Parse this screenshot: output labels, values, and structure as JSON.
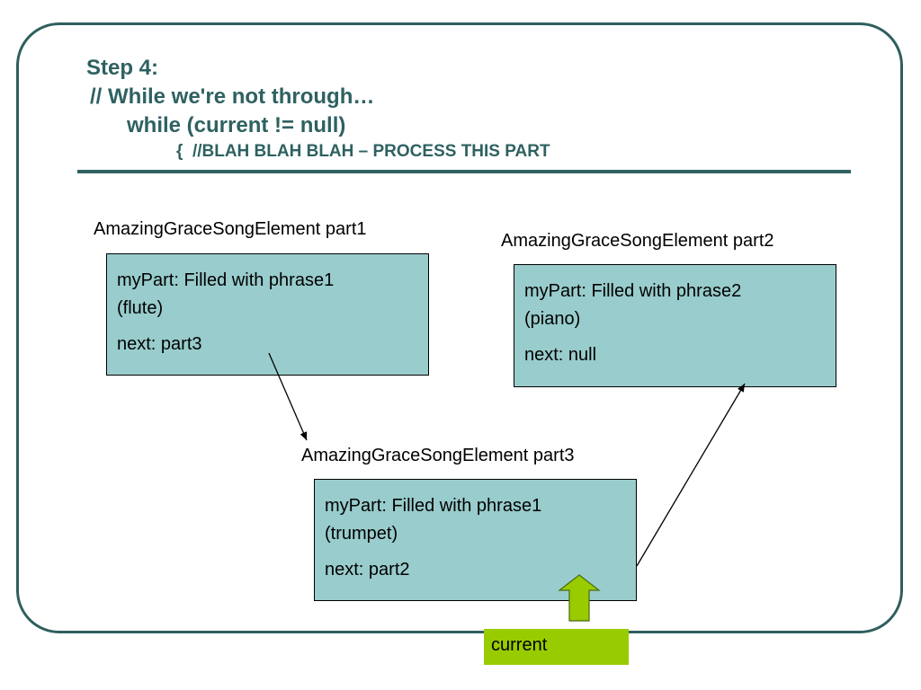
{
  "slide": {
    "title_lines": [
      "Step 4:",
      "// While we're not through…",
      "while (current != null)",
      "{  //BLAH BLAH BLAH – PROCESS THIS PART"
    ]
  },
  "elements": [
    {
      "label": "AmazingGraceSongElement part1",
      "my_part_line1": "myPart: Filled with phrase1",
      "my_part_line2": "(flute)",
      "next": "next: part3"
    },
    {
      "label": "AmazingGraceSongElement part2",
      "my_part_line1": "myPart: Filled with phrase2",
      "my_part_line2": "(piano)",
      "next": "next: null"
    },
    {
      "label": "AmazingGraceSongElement part3",
      "my_part_line1": "myPart: Filled with phrase1",
      "my_part_line2": "(trumpet)",
      "next": "next: part2"
    }
  ],
  "pointer": {
    "label": "current",
    "arrow_color": "#99cc00"
  },
  "colors": {
    "title": "#2f6161",
    "node_fill": "#99cccc",
    "frame": "#2f5f5f"
  }
}
